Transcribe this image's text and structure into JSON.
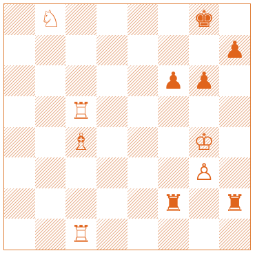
{
  "board": {
    "colors": {
      "ink": "#e0641c",
      "hatch": "#d67030",
      "light": "#ffffff",
      "frame": "#e0803a"
    },
    "pieces": [
      {
        "square": "b8",
        "color": "white",
        "type": "knight",
        "glyph": "♘"
      },
      {
        "square": "g8",
        "color": "black",
        "type": "king",
        "glyph": "♚"
      },
      {
        "square": "h7",
        "color": "black",
        "type": "pawn",
        "glyph": "♟"
      },
      {
        "square": "f6",
        "color": "black",
        "type": "pawn",
        "glyph": "♟"
      },
      {
        "square": "g6",
        "color": "black",
        "type": "pawn",
        "glyph": "♟"
      },
      {
        "square": "c5",
        "color": "white",
        "type": "rook",
        "glyph": "♖"
      },
      {
        "square": "c4",
        "color": "white",
        "type": "bishop",
        "glyph": "♗"
      },
      {
        "square": "g4",
        "color": "white",
        "type": "king",
        "glyph": "♔"
      },
      {
        "square": "g3",
        "color": "white",
        "type": "pawn",
        "glyph": "♙"
      },
      {
        "square": "f2",
        "color": "black",
        "type": "rook",
        "glyph": "♜"
      },
      {
        "square": "h2",
        "color": "black",
        "type": "rook",
        "glyph": "♜"
      },
      {
        "square": "c1",
        "color": "white",
        "type": "rook",
        "glyph": "♖"
      }
    ]
  }
}
